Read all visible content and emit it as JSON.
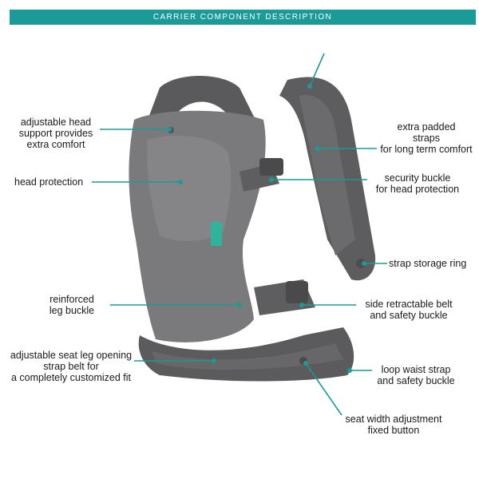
{
  "header": {
    "title": "CARRIER COMPONENT DESCRIPTION"
  },
  "colors": {
    "accent": "#1a9a98",
    "carrier_dark": "#5d5d5f",
    "carrier_mid": "#7a7a7c"
  },
  "labels": {
    "adjustable_head_support": [
      "adjustable head",
      "support provides",
      "extra comfort"
    ],
    "head_protection": [
      "head protection"
    ],
    "reinforced_leg_buckle": [
      "reinforced",
      "leg buckle"
    ],
    "seat_leg_opening": [
      "adjustable seat leg opening",
      "strap belt for",
      "a completely customized fit"
    ],
    "extra_padded_straps": [
      "extra padded",
      "straps",
      "for long term comfort"
    ],
    "security_buckle": [
      "security buckle",
      "for head protection"
    ],
    "strap_storage_ring": [
      "strap storage ring"
    ],
    "side_retractable_belt": [
      "side retractable belt",
      "and safety buckle"
    ],
    "loop_waist_strap": [
      "loop waist strap",
      "and safety buckle"
    ],
    "seat_width_adjustment": [
      "seat width adjustment",
      "fixed button"
    ]
  }
}
